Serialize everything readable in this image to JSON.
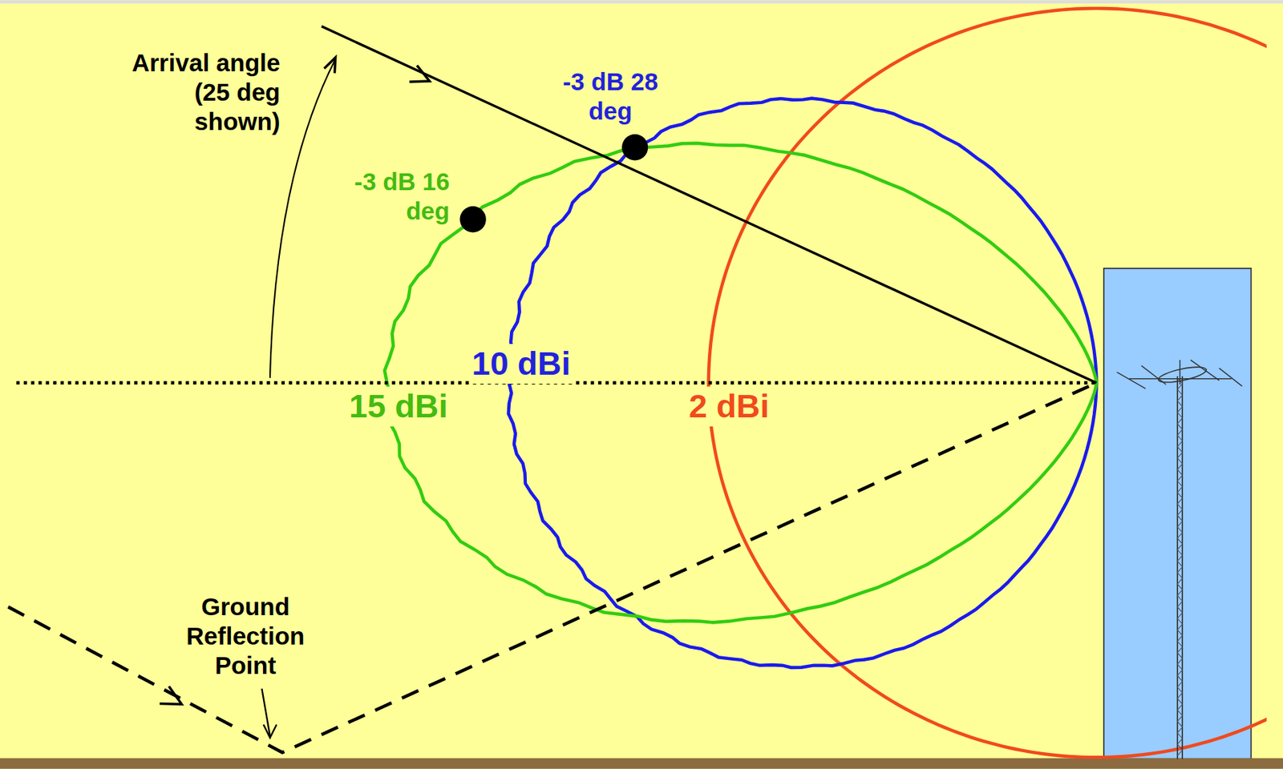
{
  "diagram": {
    "labels": [
      "Arrival angle (25 deg shown)",
      "-3 dB 28 deg",
      "-3 dB 16 deg",
      "10 dBi",
      "15 dBi",
      "2 dBi",
      "Ground Reflection Point"
    ]
  }
}
